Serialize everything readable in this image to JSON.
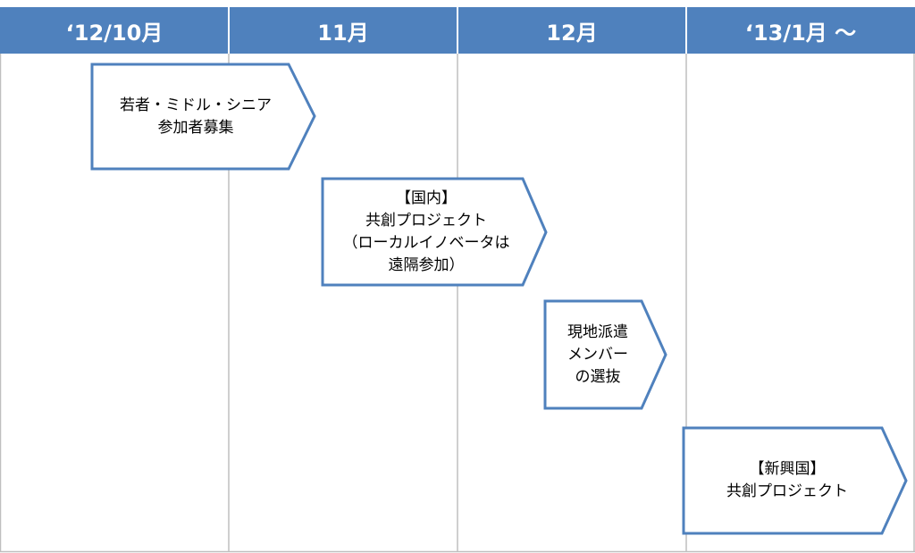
{
  "header": {
    "columns": [
      "‘12/10月",
      "11月",
      "12月",
      "‘13/1月 〜"
    ]
  },
  "tasks": [
    {
      "lines": [
        "若者・ミドル・シニア",
        "参加者募集"
      ]
    },
    {
      "lines": [
        "【国内】",
        "共創プロジェクト",
        "（ローカルイノベータは",
        "遠隔参加）"
      ]
    },
    {
      "lines": [
        "現地派遣",
        "メンバー",
        "の選抜"
      ]
    },
    {
      "lines": [
        "【新興国】",
        "共創プロジェクト"
      ]
    }
  ],
  "colors": {
    "header_bg": "#4f81bd",
    "header_text": "#ffffff",
    "arrow_stroke": "#4f81bd",
    "arrow_fill": "#ffffff",
    "grid_line": "#bfbfbf"
  }
}
